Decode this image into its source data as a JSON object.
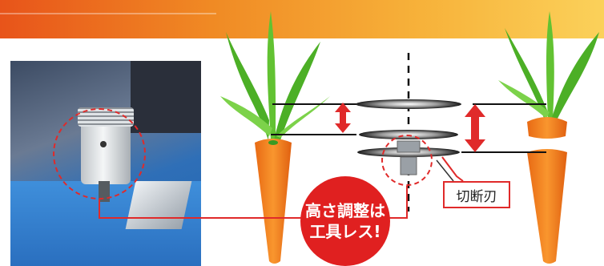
{
  "badge": {
    "line1": "高さ調整は",
    "line2": "工具レス!"
  },
  "cutter_label": "切断刃",
  "colors": {
    "accent_red": "#e02020",
    "band_orange": "#e8541a",
    "band_yellow": "#fbd15a",
    "carrot_orange": "#f07a1a",
    "leaf_green": "#5bbf2a"
  },
  "icons": [
    "carrot-with-leaves",
    "cutting-blade",
    "height-arrow"
  ]
}
